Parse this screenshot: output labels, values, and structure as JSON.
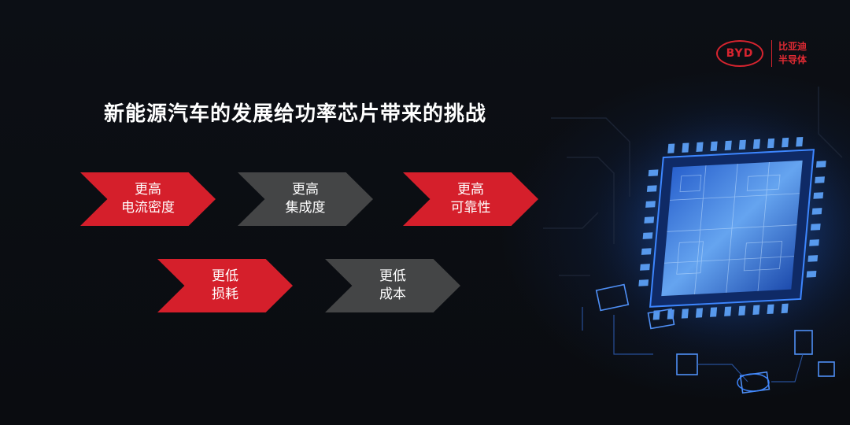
{
  "logo": {
    "badge": "BYD",
    "line1": "比亚迪",
    "line2": "半导体",
    "color": "#d7242f"
  },
  "title": "新能源汽车的发展给功率芯片带来的挑战",
  "chevrons": [
    {
      "line1": "更高",
      "line2": "电流密度",
      "color": "red"
    },
    {
      "line1": "更高",
      "line2": "集成度",
      "color": "gray"
    },
    {
      "line1": "更高",
      "line2": "可靠性",
      "color": "red"
    },
    {
      "line1": "更低",
      "line2": "损耗",
      "color": "red"
    },
    {
      "line1": "更低",
      "line2": "成本",
      "color": "gray"
    }
  ],
  "colors": {
    "red": "#d51f2b",
    "gray": "#444546",
    "background": "#0a0c11",
    "chip_glow": "#2f7cff"
  }
}
